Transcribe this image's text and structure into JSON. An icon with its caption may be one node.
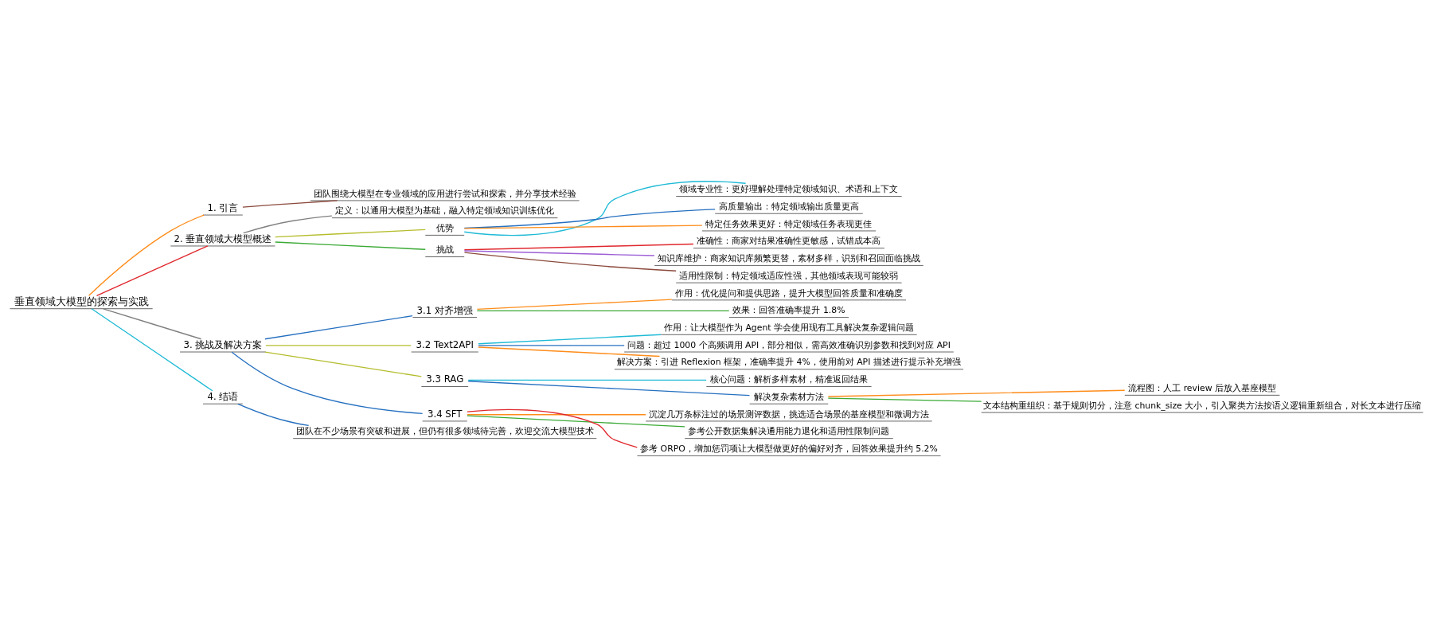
{
  "diagram": {
    "nodes": [
      {
        "text": [
          "垂直领域大模型的探索与实践"
        ]
      },
      {
        "text": [
          "1. 引言"
        ]
      },
      {
        "text": [
          "团队围绕大模型在专业领域的应用进行尝试和探索，并分享技术经验"
        ]
      },
      {
        "text": [
          "2. 垂直领域大模型概述"
        ]
      },
      {
        "text": [
          "定义：以通用大模型为基础，融入特定领域知识训练优化"
        ]
      },
      {
        "text": [
          "优势"
        ]
      },
      {
        "text": [
          "领域专业性：更好理解处理特定领域知识、术语和上下文"
        ]
      },
      {
        "text": [
          "高质量输出：特定领域输出质量更高"
        ]
      },
      {
        "text": [
          "特定任务效果更好：特定领域任务表现更佳"
        ]
      },
      {
        "text": [
          "挑战"
        ]
      },
      {
        "text": [
          "准确性：商家对结果准确性更敏感，试错成本高"
        ]
      },
      {
        "text": [
          "知识库维护：商家知识库频繁更替，素材多样，识别和召回面临挑战"
        ]
      },
      {
        "text": [
          "适用性限制：特定领域适应性强，其他领域表现可能较弱"
        ]
      },
      {
        "text": [
          "3. 挑战及解决方案"
        ]
      },
      {
        "text": [
          "3.1 对齐增强"
        ]
      },
      {
        "text": [
          "作用：优化提问和提供思路，提升大模型回答质量和准确度"
        ]
      },
      {
        "text": [
          "效果：回答准确率提升 1.8%"
        ]
      },
      {
        "text": [
          "3.2 Text2API"
        ]
      },
      {
        "text": [
          "作用：让大模型作为 Agent 学会使用现有工具解决复杂逻辑问题"
        ]
      },
      {
        "text": [
          "问题：超过 1000 个高频调用 API，部分相似，需高效准确识别参数和找到对应 API"
        ]
      },
      {
        "text": [
          "解决方案：引进 Reflexion 框架，准确率提升 4%，使用前对 API 描述进行提示补充增强"
        ]
      },
      {
        "text": [
          "3.3 RAG"
        ]
      },
      {
        "text": [
          "核心问题：解析多样素材，精准返回结果"
        ]
      },
      {
        "text": [
          "解决复杂素材方法"
        ]
      },
      {
        "text": [
          "流程图：人工 review 后放入基座模型"
        ]
      },
      {
        "text": [
          "文本结构重组织：基于规则切分，注意 chunk_size 大小，引入聚类方法按语义逻辑重新组合，对长文本进行压缩"
        ]
      },
      {
        "text": [
          "3.4 SFT"
        ]
      },
      {
        "text": [
          "沉淀几万条标注过的场景测评数据，挑选适合场景的基座模型和微调方法"
        ]
      },
      {
        "text": [
          "参考公开数据集解决通用能力退化和适用性限制问题"
        ]
      },
      {
        "text": [
          "参考 ORPO，增加惩罚项让大模型做更好的偏好对齐，回答效果提升约 5.2%"
        ]
      },
      {
        "text": [
          "4. 结语"
        ]
      },
      {
        "text": [
          "团队在不少场景有突破和进展，但仍有很多领域待完善，欢迎交流大模型技术"
        ]
      }
    ],
    "edges": [
      {
        "from": 0,
        "to": 1,
        "arrow": "none",
        "color": "#ff8c1a"
      },
      {
        "from": 1,
        "to": 2,
        "arrow": "none",
        "color": "#8b4a3c"
      },
      {
        "from": 0,
        "to": 3,
        "arrow": "none",
        "color": "#e0282e"
      },
      {
        "from": 3,
        "to": 4,
        "arrow": "none",
        "color": "#808080"
      },
      {
        "from": 3,
        "to": 5,
        "arrow": "none",
        "color": "#b5bd2c"
      },
      {
        "from": 5,
        "to": 6,
        "arrow": "none",
        "color": "#1fbad6"
      },
      {
        "from": 5,
        "to": 7,
        "arrow": "none",
        "color": "#2670c0"
      },
      {
        "from": 5,
        "to": 8,
        "arrow": "none",
        "color": "#ff8c1a"
      },
      {
        "from": 3,
        "to": 9,
        "arrow": "none",
        "color": "#3aa935"
      },
      {
        "from": 9,
        "to": 10,
        "arrow": "none",
        "color": "#e0282e"
      },
      {
        "from": 9,
        "to": 11,
        "arrow": "none",
        "color": "#9e5fd6"
      },
      {
        "from": 9,
        "to": 12,
        "arrow": "none",
        "color": "#8b4a3c"
      },
      {
        "from": 0,
        "to": 13,
        "arrow": "none",
        "color": "#808080"
      },
      {
        "from": 13,
        "to": 14,
        "arrow": "none",
        "color": "#2670c0"
      },
      {
        "from": 14,
        "to": 15,
        "arrow": "none",
        "color": "#ff8c1a"
      },
      {
        "from": 14,
        "to": 16,
        "arrow": "none",
        "color": "#3aa935"
      },
      {
        "from": 13,
        "to": 17,
        "arrow": "none",
        "color": "#b5bd2c"
      },
      {
        "from": 17,
        "to": 18,
        "arrow": "none",
        "color": "#1fbad6"
      },
      {
        "from": 17,
        "to": 19,
        "arrow": "none",
        "color": "#2670c0"
      },
      {
        "from": 17,
        "to": 20,
        "arrow": "none",
        "color": "#ff8c1a"
      },
      {
        "from": 13,
        "to": 21,
        "arrow": "none",
        "color": "#b5bd2c"
      },
      {
        "from": 21,
        "to": 22,
        "arrow": "none",
        "color": "#1fbad6"
      },
      {
        "from": 21,
        "to": 23,
        "arrow": "none",
        "color": "#2670c0"
      },
      {
        "from": 23,
        "to": 24,
        "arrow": "none",
        "color": "#ff8c1a"
      },
      {
        "from": 23,
        "to": 25,
        "arrow": "none",
        "color": "#3aa935"
      },
      {
        "from": 13,
        "to": 26,
        "arrow": "none",
        "color": "#2670c0"
      },
      {
        "from": 26,
        "to": 27,
        "arrow": "none",
        "color": "#ff8c1a"
      },
      {
        "from": 26,
        "to": 28,
        "arrow": "none",
        "color": "#3aa935"
      },
      {
        "from": 26,
        "to": 29,
        "arrow": "none",
        "color": "#e0282e"
      },
      {
        "from": 0,
        "to": 30,
        "arrow": "none",
        "color": "#1fbad6"
      },
      {
        "from": 30,
        "to": 31,
        "arrow": "none",
        "color": "#2670c0"
      }
    ]
  }
}
